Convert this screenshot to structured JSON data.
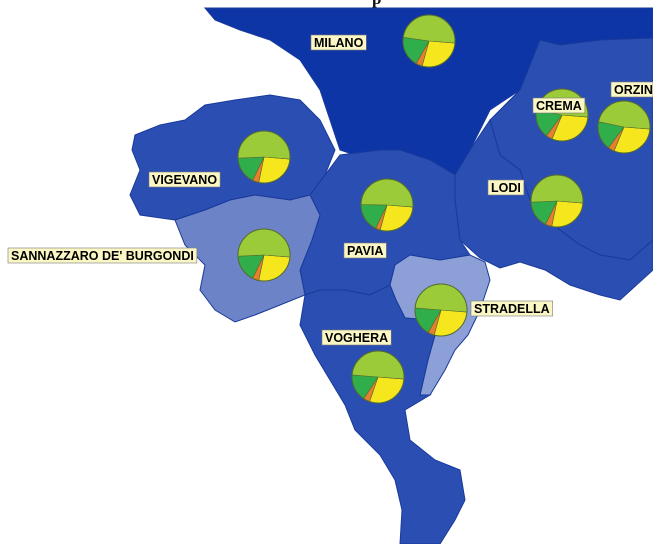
{
  "title": "p",
  "colors": {
    "region_dark": "#0d35a6",
    "region_mid": "#2b4eb3",
    "region_light": "#6c83c7",
    "region_lighter": "#8c9fd6",
    "region_border": "#1a3a9a",
    "label_bg": "#fbf7c4",
    "pie_outline": "#556b2f"
  },
  "pie_legend_colors": [
    "#f5e61e",
    "#e77f2e",
    "#2fae4b",
    "#9ccb3a"
  ],
  "districts": [
    {
      "name": "MILANO",
      "shares": [
        0.28,
        0.04,
        0.19,
        0.49
      ]
    },
    {
      "name": "CREMA",
      "shares": [
        0.3,
        0.04,
        0.18,
        0.48
      ]
    },
    {
      "name": "ORZIN",
      "shares": [
        0.3,
        0.04,
        0.18,
        0.48
      ]
    },
    {
      "name": "VIGEVANO",
      "shares": [
        0.27,
        0.04,
        0.17,
        0.52
      ]
    },
    {
      "name": "LODI",
      "shares": [
        0.27,
        0.04,
        0.17,
        0.52
      ]
    },
    {
      "name": "PAVIA",
      "shares": [
        0.28,
        0.03,
        0.18,
        0.51
      ]
    },
    {
      "name": "SANNAZZARO DE' BURGONDI",
      "shares": [
        0.27,
        0.04,
        0.17,
        0.52
      ]
    },
    {
      "name": "STRADELLA",
      "shares": [
        0.28,
        0.04,
        0.18,
        0.5
      ]
    },
    {
      "name": "VOGHERA",
      "shares": [
        0.29,
        0.04,
        0.17,
        0.5
      ]
    }
  ]
}
